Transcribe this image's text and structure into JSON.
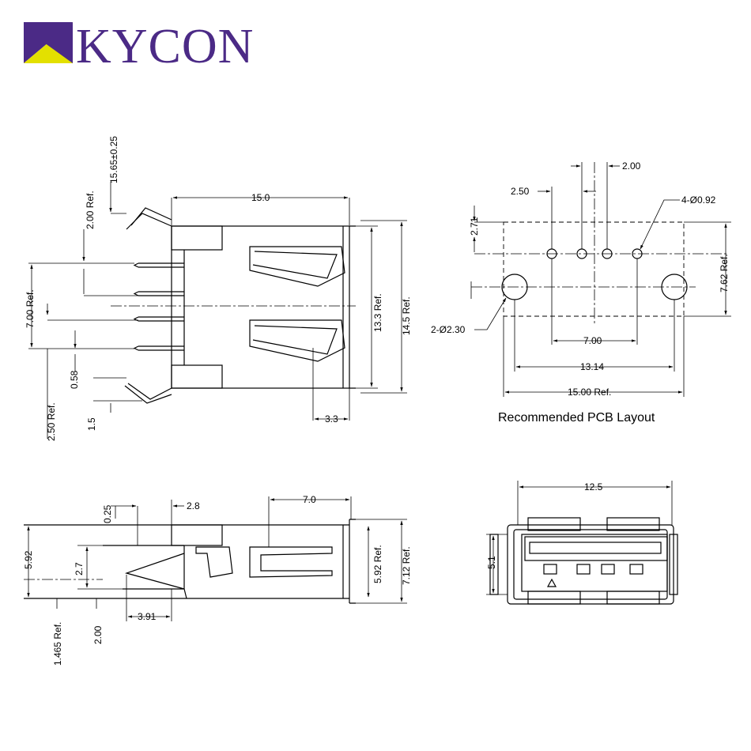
{
  "logo": {
    "text": "KYCON",
    "color": "#4b2a86",
    "accent": "#e3e000"
  },
  "pcb_layout": {
    "caption": "Recommended PCB Layout",
    "dims": {
      "d200": "2.00",
      "d250": "2.50",
      "d271": "2.71",
      "hole_small": "4-Ø0.92",
      "d762": "7.62 Ref.",
      "hole_large": "2-Ø2.30",
      "d700": "7.00",
      "d1314": "13.14",
      "d1500": "15.00 Ref."
    }
  },
  "side_view": {
    "dims": {
      "d1565": "15.65±0.25",
      "d150": "15.0",
      "d200ref": "2.00 Ref.",
      "d700ref": "7.00 Ref.",
      "d058": "0.58",
      "d250ref": "2.50 Ref.",
      "d15": "1.5",
      "d33": "3.3",
      "d133": "13.3 Ref.",
      "d145": "14.5 Ref."
    }
  },
  "top_view": {
    "dims": {
      "d025": "0.25",
      "d28": "2.8",
      "d70": "7.0",
      "d592": "5.92",
      "d27": "2.7",
      "d592ref": "5.92 Ref.",
      "d712ref": "7.12 Ref.",
      "d1465": "1.465 Ref.",
      "d200": "2.00",
      "d391": "3.91"
    }
  },
  "front_view": {
    "dims": {
      "d125": "12.5",
      "d51": "5.1"
    }
  }
}
